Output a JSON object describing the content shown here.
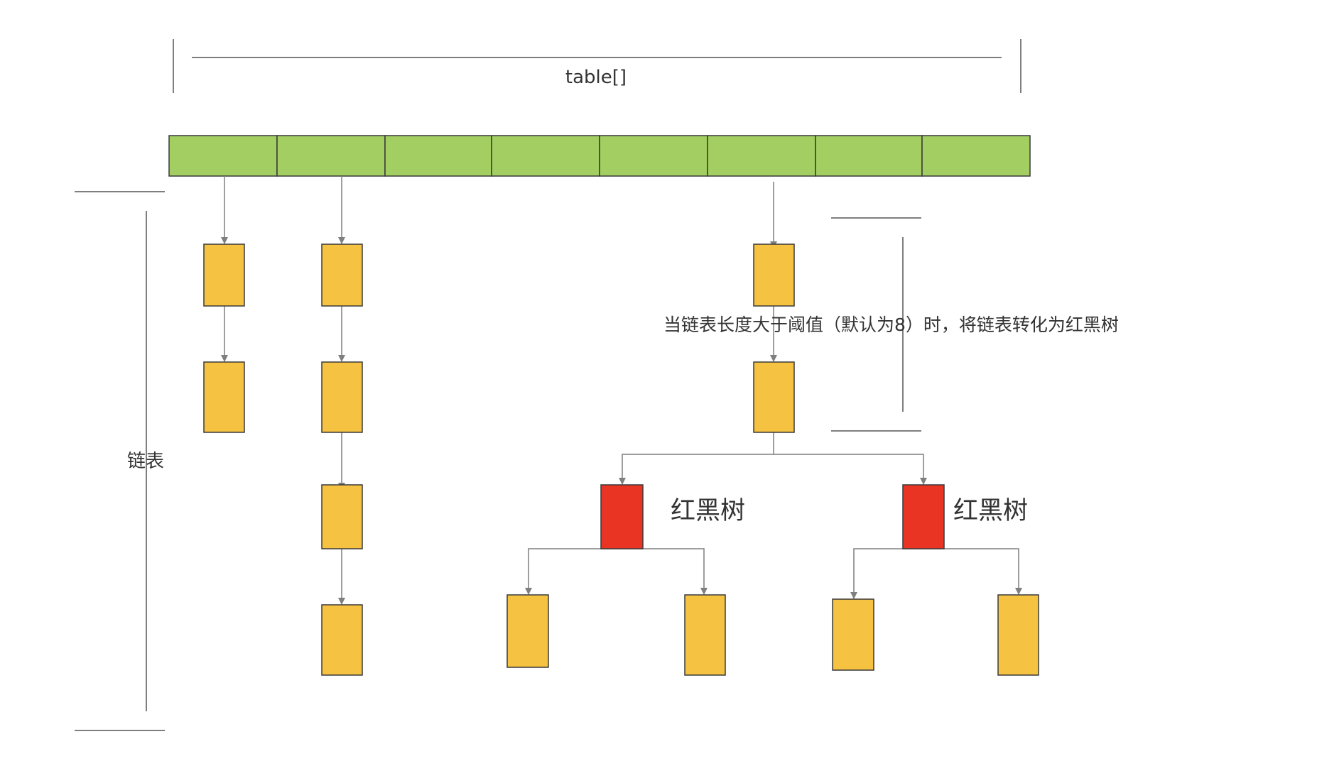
{
  "labels": {
    "array_label": "table[]",
    "list_label": "链表",
    "threshold_note": "当链表长度大于阈值（默认为8）时，将链表转化为红黑树",
    "tree_label_1": "红黑树",
    "tree_label_2": "红黑树"
  },
  "colors": {
    "array_slot": "#a2ce62",
    "list_node": "#f5c242",
    "tree_root": "#e93323",
    "connector": "#7f7f7f",
    "dimension_line": "#555555"
  },
  "structure": {
    "array_slot_count": 8,
    "buckets": [
      {
        "slot": 1,
        "chain_length": 2
      },
      {
        "slot": 2,
        "chain_length": 4
      },
      {
        "slot": 6,
        "chain_length": 2,
        "converted_to_tree": true
      }
    ],
    "tree_roots": 2,
    "leaves_per_root": 2
  }
}
